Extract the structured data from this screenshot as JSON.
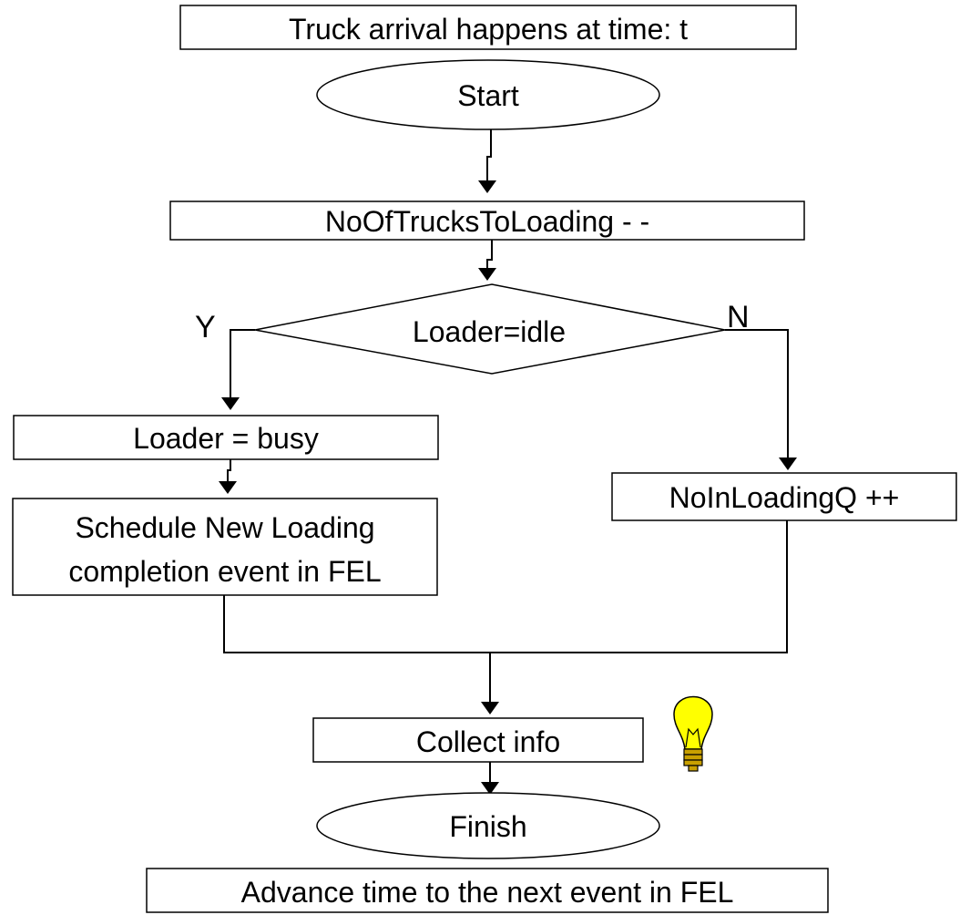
{
  "flowchart": {
    "header": "Truck arrival happens at time: t",
    "start": "Start",
    "decrement_step": "NoOfTrucksToLoading - -",
    "decision": "Loader=idle",
    "yes_label": "Y",
    "no_label": "N",
    "busy_step": "Loader = busy",
    "schedule_line1": "Schedule New Loading",
    "schedule_line2": "completion event in FEL",
    "queue_step": "NoInLoadingQ ++",
    "collect_step": "Collect info",
    "finish": "Finish",
    "footer": "Advance time to the next event in FEL"
  },
  "icons": {
    "hint": "lightbulb-icon"
  },
  "colors": {
    "lightbulb_fill": "#ffff00",
    "lightbulb_base": "#c8a000",
    "stroke": "#000000"
  }
}
